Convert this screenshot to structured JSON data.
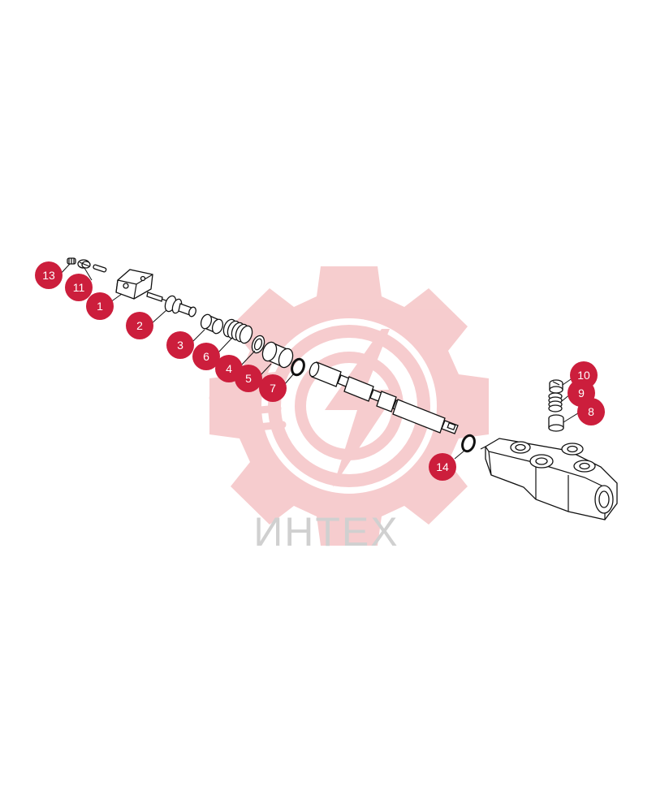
{
  "diagram": {
    "watermark": {
      "text": "ИНТЕХ",
      "logo_icon": "gear-lightning-logo-icon",
      "color": "#f5c4c6",
      "text_color": "#c8c8c8"
    },
    "callout_color": "#cc1e3c",
    "callouts": [
      {
        "id": "13",
        "label": "13"
      },
      {
        "id": "11",
        "label": "11"
      },
      {
        "id": "1",
        "label": "1"
      },
      {
        "id": "2",
        "label": "2"
      },
      {
        "id": "3",
        "label": "3"
      },
      {
        "id": "6",
        "label": "6"
      },
      {
        "id": "4",
        "label": "4"
      },
      {
        "id": "5",
        "label": "5"
      },
      {
        "id": "7",
        "label": "7"
      },
      {
        "id": "10",
        "label": "10"
      },
      {
        "id": "9",
        "label": "9"
      },
      {
        "id": "8",
        "label": "8"
      },
      {
        "id": "14",
        "label": "14"
      }
    ]
  }
}
